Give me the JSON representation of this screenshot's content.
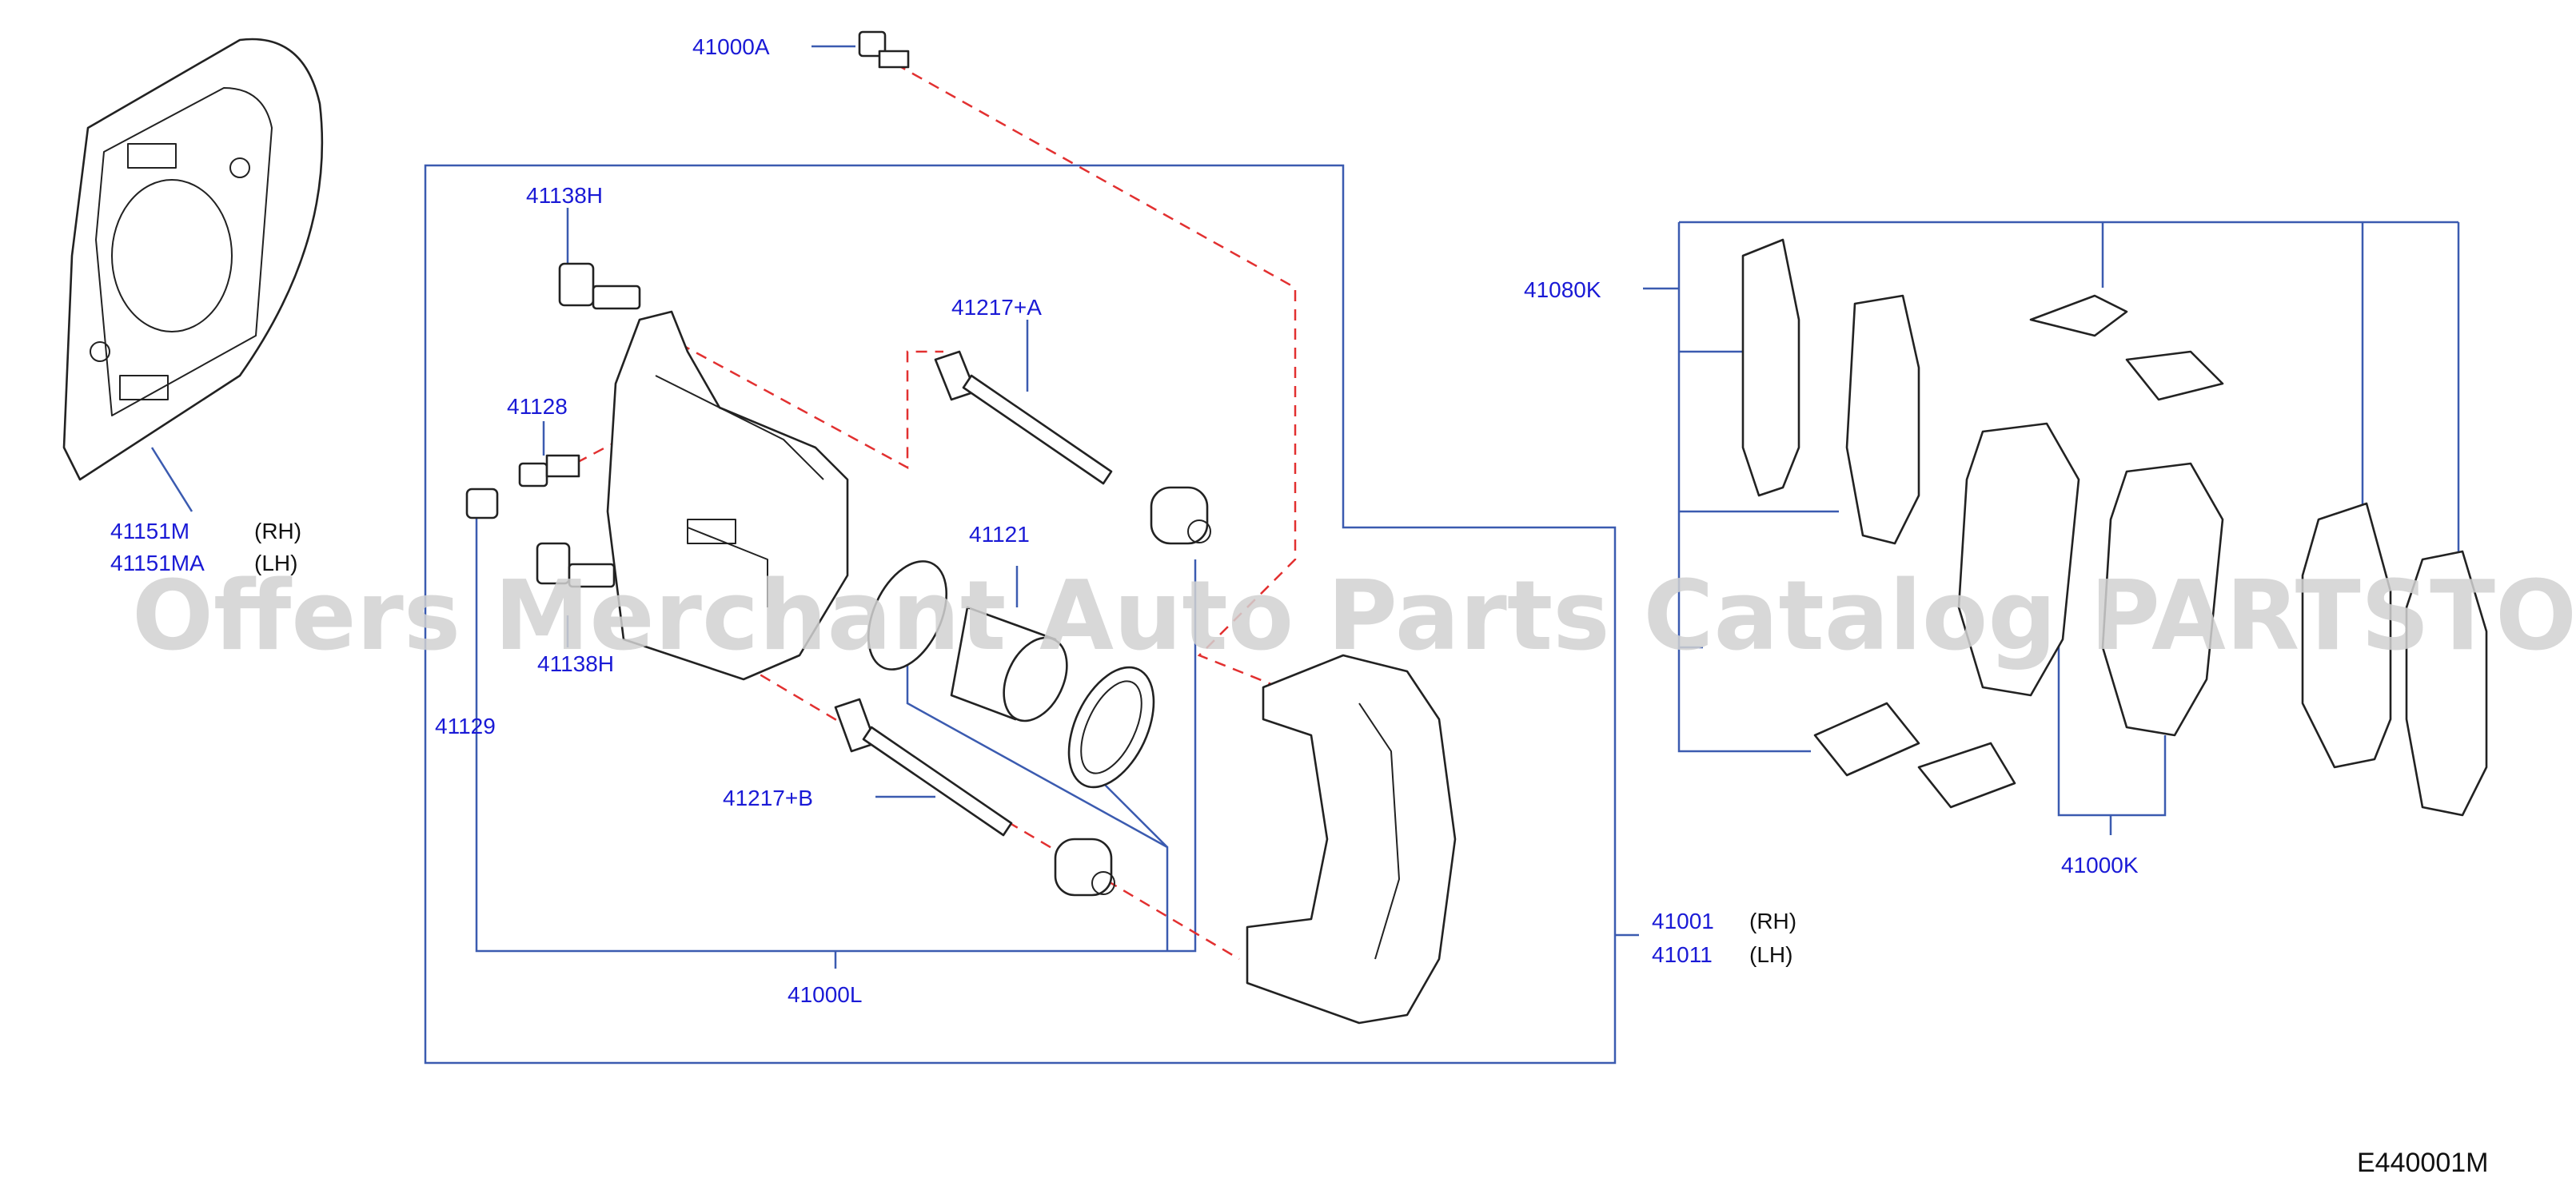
{
  "labels": {
    "p41000A": "41000A",
    "p41138H_top": "41138H",
    "p41217A": "41217+A",
    "p41128": "41128",
    "p41121": "41121",
    "p41138H_bottom": "41138H",
    "p41129": "41129",
    "p41217B": "41217+B",
    "p41000L": "41000L",
    "p41151M": "41151M",
    "p41151M_side": "(RH)",
    "p41151MA": "41151MA",
    "p41151MA_side": "(LH)",
    "p41080K": "41080K",
    "p41000K": "41000K",
    "p41001": "41001",
    "p41001_side": "(RH)",
    "p41011": "41011",
    "p41011_side": "(LH)",
    "diagram_code": "E440001M"
  },
  "watermark": "Offers Merchant Auto Parts Catalog PARTSTORE.SA",
  "colors": {
    "part_number": "#1a1ad6",
    "leader_line": "#3b5bb0",
    "dashed_line": "#e23030",
    "outline": "#222222",
    "watermark": "#d2d2d2"
  }
}
